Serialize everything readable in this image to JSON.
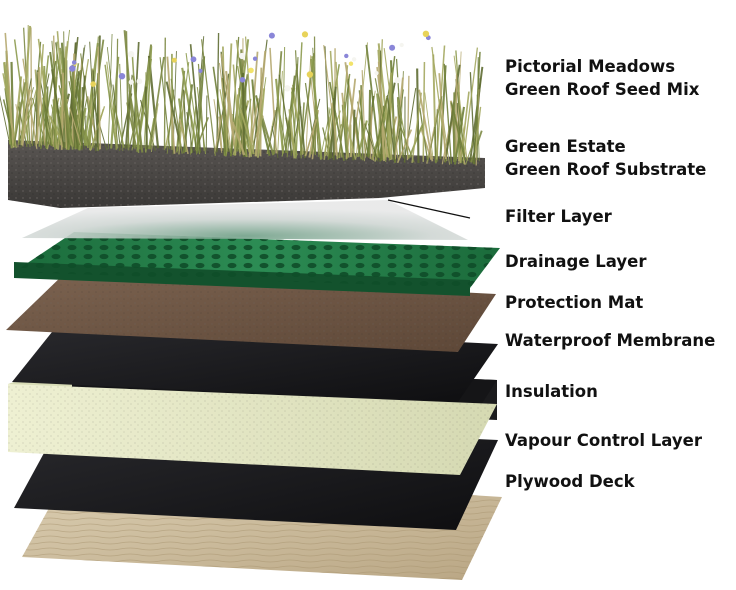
{
  "diagram": {
    "layers": [
      {
        "line1": "Pictorial Meadows",
        "line2": "Green Roof Seed Mix"
      },
      {
        "line1": "Green Estate",
        "line2": "Green Roof Substrate"
      },
      {
        "line1": "Filter Layer"
      },
      {
        "line1": "Drainage Layer"
      },
      {
        "line1": "Protection Mat"
      },
      {
        "line1": "Waterproof Membrane"
      },
      {
        "line1": "Insulation"
      },
      {
        "line1": "Vapour Control Layer"
      },
      {
        "line1": "Plywood Deck"
      }
    ],
    "colors": {
      "plants": "#8a9a4a",
      "substrate": "#4a4744",
      "filter": "#dadcdc",
      "drainage": "#1f7a45",
      "protection": "#6d5644",
      "membrane": "#1c1c1e",
      "insulation": "#e3e6c2",
      "vapour": "#1a1a1c",
      "plywood": "#c9b998"
    }
  }
}
